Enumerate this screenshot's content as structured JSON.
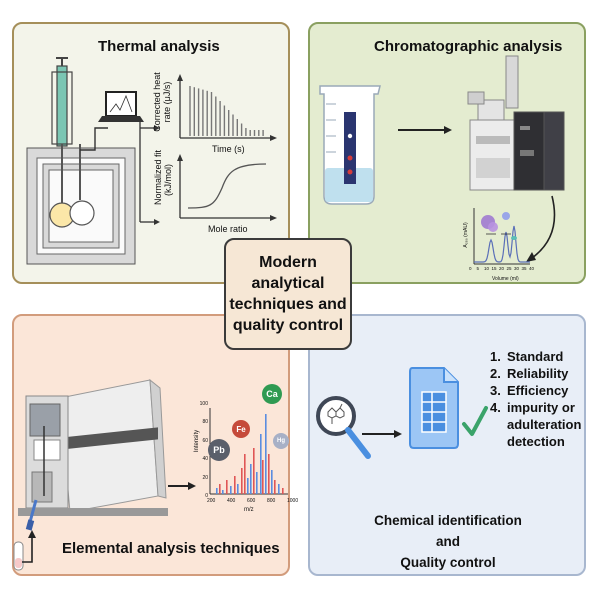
{
  "center": {
    "lines": [
      "Modern",
      "analytical",
      "techniques and",
      "quality control"
    ]
  },
  "thermal": {
    "title": "Thermal analysis",
    "top_plot": {
      "ylabel_line1": "Corrected heat",
      "ylabel_line2": "rate (μJ/s)",
      "xlabel": "Time (s)"
    },
    "bottom_plot": {
      "ylabel_line1": "Normalized fit",
      "ylabel_line2": "(kJ/mol)",
      "xlabel": "Mole ratio"
    }
  },
  "chromatographic": {
    "title": "Chromatographic analysis",
    "plot": {
      "ylabel": "A₂₈₀ (mAU)",
      "xlabel": "Volume (ml)",
      "xticks": [
        "0",
        "5",
        "10",
        "15",
        "20",
        "25",
        "30",
        "35",
        "40"
      ]
    }
  },
  "elemental": {
    "title": "Elemental  analysis techniques",
    "spectrum": {
      "ylabel": "Intensity",
      "xlabel": "m/z",
      "xticks": [
        "200",
        "400",
        "600",
        "800",
        "1000"
      ],
      "yticks": [
        "100",
        "80",
        "60",
        "40",
        "20",
        "0"
      ]
    },
    "elements": [
      "Pb",
      "Fe",
      "Ca",
      "Hg"
    ]
  },
  "chemical": {
    "list": [
      {
        "num": "1.",
        "text": "Standard"
      },
      {
        "num": "2.",
        "text": "Reliability"
      },
      {
        "num": "3.",
        "text": "Efficiency"
      },
      {
        "num": "4.",
        "text": "impurity or"
      },
      {
        "num": "",
        "text": "adulteration"
      },
      {
        "num": "",
        "text": "detection"
      }
    ],
    "caption": [
      "Chemical identification",
      "and",
      "Quality control"
    ]
  },
  "colors": {
    "thermal_border": "#a58f5a",
    "chrom_border": "#8aa060",
    "elem_border": "#d29c7c",
    "chem_border": "#a8b7cf",
    "center_fill": "#f6e7d5",
    "doc_blue": "#4a8fe0",
    "check_green": "#3aa36a"
  }
}
